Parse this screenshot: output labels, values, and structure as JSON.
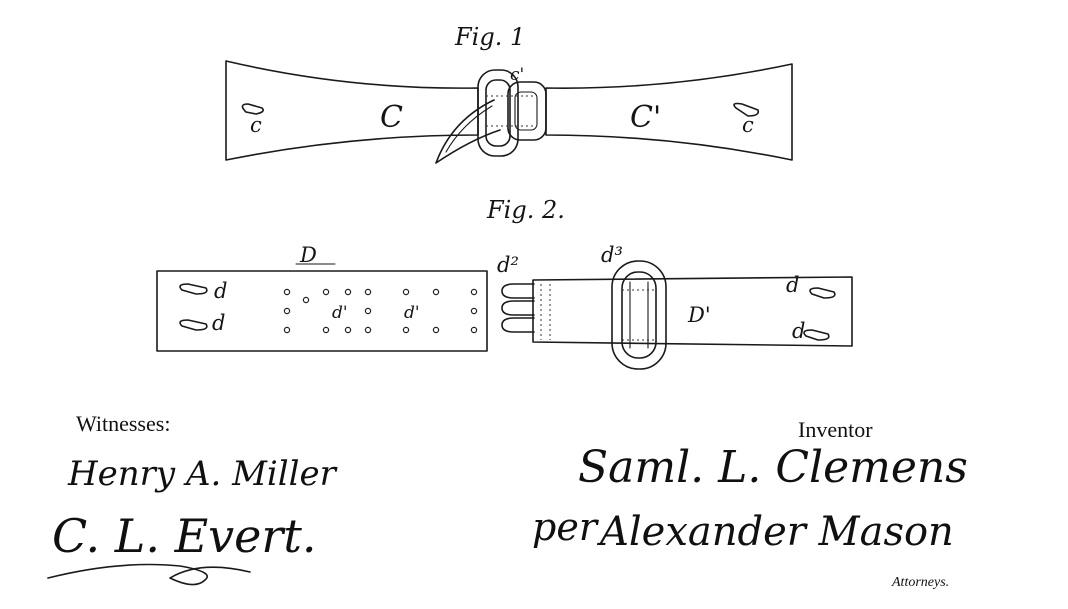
{
  "figures": {
    "fig1": {
      "title": "Fig. 1",
      "labels": {
        "strap_left": "C",
        "strap_right": "C'",
        "end_left": "c",
        "end_right": "c",
        "buckle": "c'"
      }
    },
    "fig2": {
      "title": "Fig. 2.",
      "labels": {
        "strap_left": "D",
        "strap_right": "D'",
        "end_left_top": "d",
        "end_left_bottom": "d",
        "holes_a": "d'",
        "holes_b": "d'",
        "hooks": "d²",
        "buckle": "d³",
        "end_right_top": "d",
        "end_right_bottom": "d"
      }
    }
  },
  "witnesses": {
    "label": "Witnesses:",
    "signature_1": "Henry A. Miller",
    "signature_2": "C. L. Evert."
  },
  "inventor": {
    "label": "Inventor",
    "signature": "Saml. L. Clemens",
    "per": "per",
    "attorney_signature": "Alexander Mason",
    "attorneys_label": "Attorneys."
  }
}
